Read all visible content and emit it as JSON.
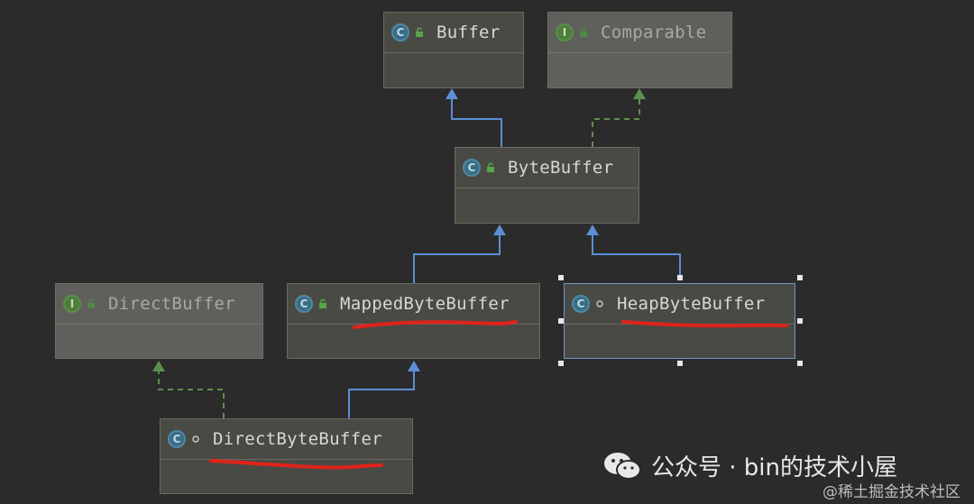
{
  "diagram": {
    "nodes": [
      {
        "id": "buffer",
        "kind": "class",
        "badge": "C",
        "modifier": "lock",
        "label": "Buffer",
        "selected": false
      },
      {
        "id": "comparable",
        "kind": "interface",
        "badge": "I",
        "modifier": "lock",
        "label": "Comparable",
        "selected": false
      },
      {
        "id": "bytebuffer",
        "kind": "class",
        "badge": "C",
        "modifier": "lock",
        "label": "ByteBuffer",
        "selected": false
      },
      {
        "id": "directbuffer",
        "kind": "interface",
        "badge": "I",
        "modifier": "lock",
        "label": "DirectBuffer",
        "selected": false
      },
      {
        "id": "mappedbytebuffer",
        "kind": "class",
        "badge": "C",
        "modifier": "lock",
        "label": "MappedByteBuffer",
        "selected": false
      },
      {
        "id": "heapbytebuffer",
        "kind": "class",
        "badge": "C",
        "modifier": "package-private",
        "label": "HeapByteBuffer",
        "selected": true
      },
      {
        "id": "directbytebuffer",
        "kind": "class",
        "badge": "C",
        "modifier": "package-private",
        "label": "DirectByteBuffer",
        "selected": false
      }
    ],
    "edges": [
      {
        "from": "bytebuffer",
        "to": "buffer",
        "type": "extends"
      },
      {
        "from": "bytebuffer",
        "to": "comparable",
        "type": "implements"
      },
      {
        "from": "mappedbytebuffer",
        "to": "bytebuffer",
        "type": "extends"
      },
      {
        "from": "heapbytebuffer",
        "to": "bytebuffer",
        "type": "extends"
      },
      {
        "from": "directbytebuffer",
        "to": "mappedbytebuffer",
        "type": "extends"
      },
      {
        "from": "directbytebuffer",
        "to": "directbuffer",
        "type": "implements"
      }
    ],
    "annotations": {
      "underlined": [
        "mappedbytebuffer",
        "heapbytebuffer",
        "directbytebuffer"
      ],
      "underline_color": "#e0231a"
    },
    "colors": {
      "extends_edge": "#5b8fd6",
      "implements_edge": "#5f8f4e",
      "background": "#2b2b2b"
    }
  },
  "watermark": {
    "main": "公众号 · bin的技术小屋",
    "sub": "@稀土掘金技术社区",
    "icon": "wechat-icon"
  }
}
